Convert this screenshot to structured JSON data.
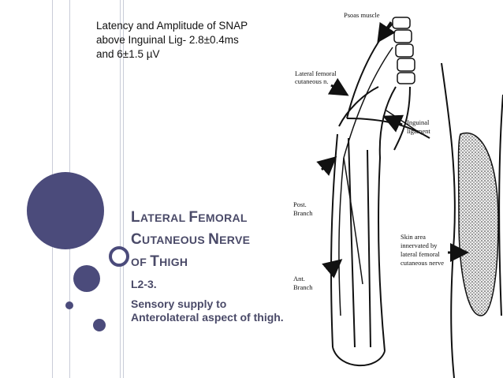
{
  "note": {
    "line1": "Latency and Amplitude of SNAP",
    "line2": "above Inguinal Lig- 2.8±0.4ms",
    "line3": "and 6±1.5 µV"
  },
  "title": {
    "line1_cap": "L",
    "line1_rest": "ATERAL ",
    "line1b_cap": "F",
    "line1b_rest": "EMORAL",
    "line2_cap": "C",
    "line2_rest": "UTANEOUS ",
    "line2b_cap": "N",
    "line2b_rest": "ERVE",
    "line3_pre": "OF ",
    "line3_cap": "T",
    "line3_rest": "HIGH"
  },
  "body": {
    "roots": "L2-3.",
    "supply": "Sensory supply to Anterolateral aspect of thigh."
  },
  "figure": {
    "labels": {
      "psoas": "Psoas muscle",
      "lfcn1": "Lateral femoral",
      "lfcn2": "cutaneous n.",
      "inguinal1": "Inguinal",
      "inguinal2": "ligament",
      "post1": "Post.",
      "post2": "Branch",
      "ant1": "Ant.",
      "ant2": "Branch",
      "skin1": "Skin area",
      "skin2": "innervated by",
      "skin3": "lateral femoral",
      "skin4": "cutaneous nerve"
    }
  },
  "colors": {
    "accent": "#4a4a7a",
    "text_accent": "#4a4a68",
    "line": "#c9ccd8"
  }
}
